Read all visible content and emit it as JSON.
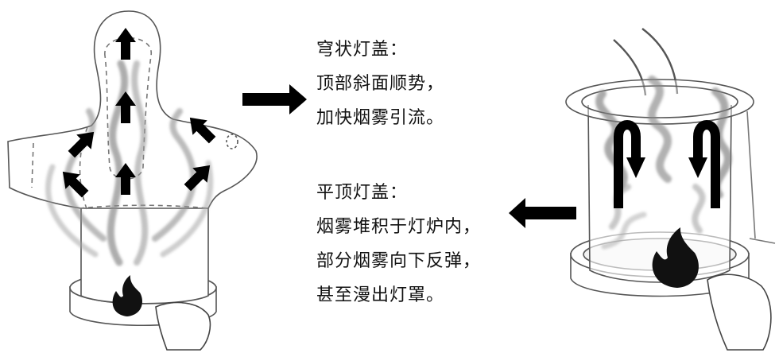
{
  "dome_note": {
    "title": "穹状灯盖：",
    "lines": [
      "顶部斜面顺势，",
      "加快烟雾引流。"
    ]
  },
  "flat_note": {
    "title": "平顶灯盖：",
    "lines": [
      "烟雾堆积于灯炉内，",
      "部分烟雾向下反弹，",
      "甚至漫出灯罩。"
    ]
  }
}
